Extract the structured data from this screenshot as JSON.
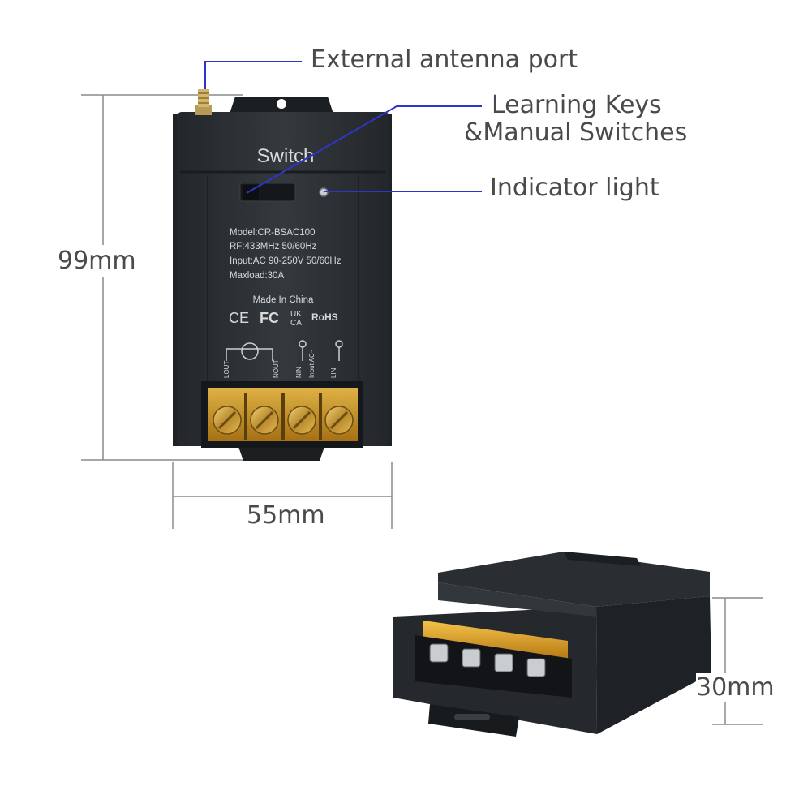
{
  "callouts": {
    "antenna": "External antenna port",
    "learning_line1": "Learning Keys",
    "learning_line2": "&Manual Switches",
    "indicator": "Indicator light"
  },
  "dimensions": {
    "height": "99mm",
    "width": "55mm",
    "depth": "30mm"
  },
  "device": {
    "brand": "Switch",
    "model": "Model:CR-BSAC100",
    "rf": "RF:433MHz 50/60Hz",
    "input": "Input:AC 90-250V 50/60Hz",
    "maxload": "Maxload:30A",
    "made_in": "Made In China",
    "cert_ce": "CE",
    "cert_fc": "FC",
    "cert_uk": "UK",
    "cert_ca": "CA",
    "cert_rohs": "RoHS",
    "terminal_lout": "LOUT",
    "terminal_nout": "NOUT",
    "terminal_nin": "NIN",
    "terminal_input": "Input AC~",
    "terminal_lin": "LIN"
  },
  "colors": {
    "leader_line": "#2f35c8",
    "dimension_line": "#8a8a8a",
    "label_text": "#4a4a4a",
    "device_body": "#2b2f33",
    "terminal_cover": "#d6a730"
  }
}
